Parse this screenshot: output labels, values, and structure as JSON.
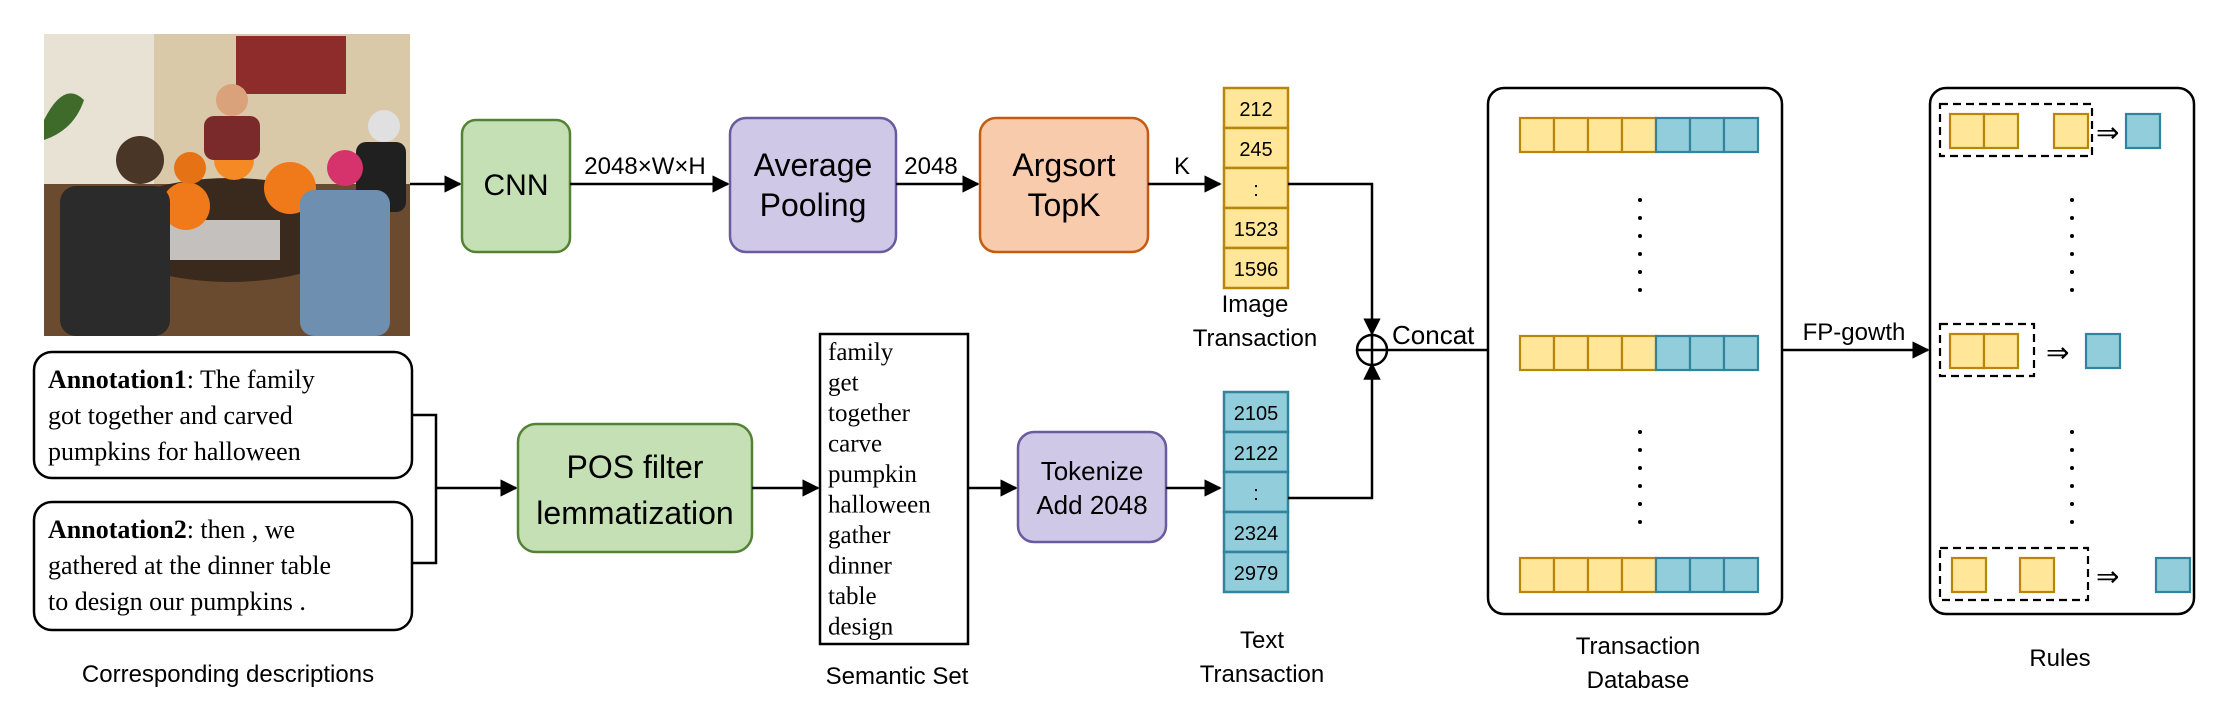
{
  "photo": {
    "description_icon": "photo-pumpkin-carving"
  },
  "blocks": {
    "cnn": "CNN",
    "pool_l1": "Average",
    "pool_l2": "Pooling",
    "argsort_l1": "Argsort",
    "argsort_l2": "TopK",
    "pos_l1": "POS filter",
    "pos_l2": "lemmatization",
    "tok_l1": "Tokenize",
    "tok_l2": "Add 2048"
  },
  "edge_labels": {
    "feat": "2048×W×H",
    "dim": "2048",
    "k": "K",
    "concat": "Concat",
    "fp": "FP-gowth"
  },
  "annotations": {
    "a1_bold": "Annotation1",
    "a1_l1": ": The family",
    "a1_l2": "got together and carved",
    "a1_l3": "pumpkins for halloween",
    "a2_bold": "Annotation2",
    "a2_l1": ": then , we",
    "a2_l2": "gathered at the dinner table",
    "a2_l3": "to design our pumpkins ."
  },
  "semantic_set": [
    "family",
    "get",
    "together",
    "carve",
    "pumpkin",
    "halloween",
    "gather",
    "dinner",
    "table",
    "design"
  ],
  "image_transaction": [
    "212",
    "245",
    ":",
    "1523",
    "1596"
  ],
  "text_transaction": [
    "2105",
    "2122",
    ":",
    "2324",
    "2979"
  ],
  "captions": {
    "descriptions": "Corresponding descriptions",
    "semantic": "Semantic Set",
    "image_tx_l1": "Image",
    "image_tx_l2": "Transaction",
    "text_tx_l1": "Text",
    "text_tx_l2": "Transaction",
    "db_l1": "Transaction",
    "db_l2": "Database",
    "rules": "Rules"
  },
  "rule_arrow": "⇒",
  "colors": {
    "yellow": "#FFE699",
    "yellow_stroke": "#B8860B",
    "blue": "#92CDDC",
    "blue_stroke": "#31849B",
    "green": "#C5E0B4",
    "green_stroke": "#548235",
    "purple": "#CFC8E6",
    "purple_stroke": "#6A5A9E",
    "orange": "#F8CBAD",
    "orange_stroke": "#C55A11"
  }
}
